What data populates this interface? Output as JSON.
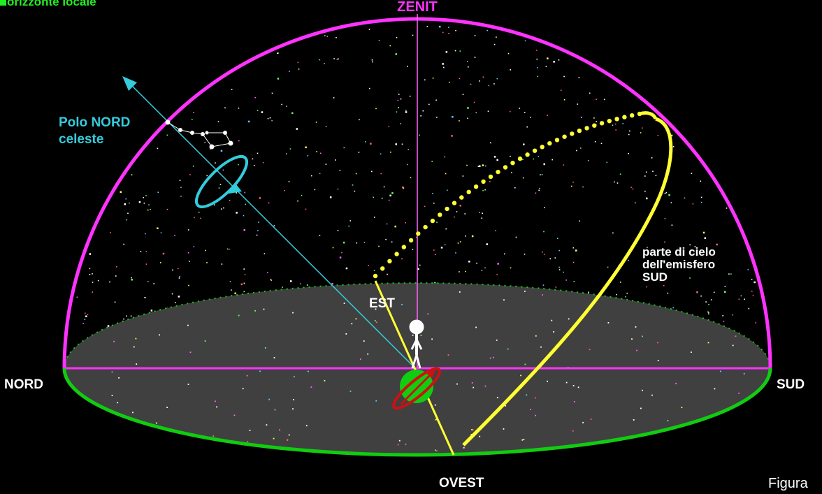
{
  "legend": {
    "text": "orizzonte locale",
    "color": "#22ee22"
  },
  "labels": {
    "zenit": "ZENIT",
    "nord": "NORD",
    "sud": "SUD",
    "est": "EST",
    "ovest": "OVEST",
    "polo_line1": "Polo NORD",
    "polo_line2": "celeste",
    "emisfero_line1": "parte di cielo",
    "emisfero_line2": "dell'emisfero",
    "emisfero_line3": "SUD",
    "figura": "Figura"
  },
  "colors": {
    "dome": "#ff33ff",
    "horizon_rim": "#11cc11",
    "horizon_plane": "#404040",
    "axis": "#33ccdd",
    "sun_path": "#ffff33",
    "earth": "#11cc11",
    "earth_arrow": "#cc1111",
    "stars_white": "#ffffff"
  },
  "icons": {
    "observer": "person-icon",
    "earth": "earth-globe-icon",
    "rotation": "rotation-arrow-icon",
    "constellation": "big-dipper-icon"
  }
}
